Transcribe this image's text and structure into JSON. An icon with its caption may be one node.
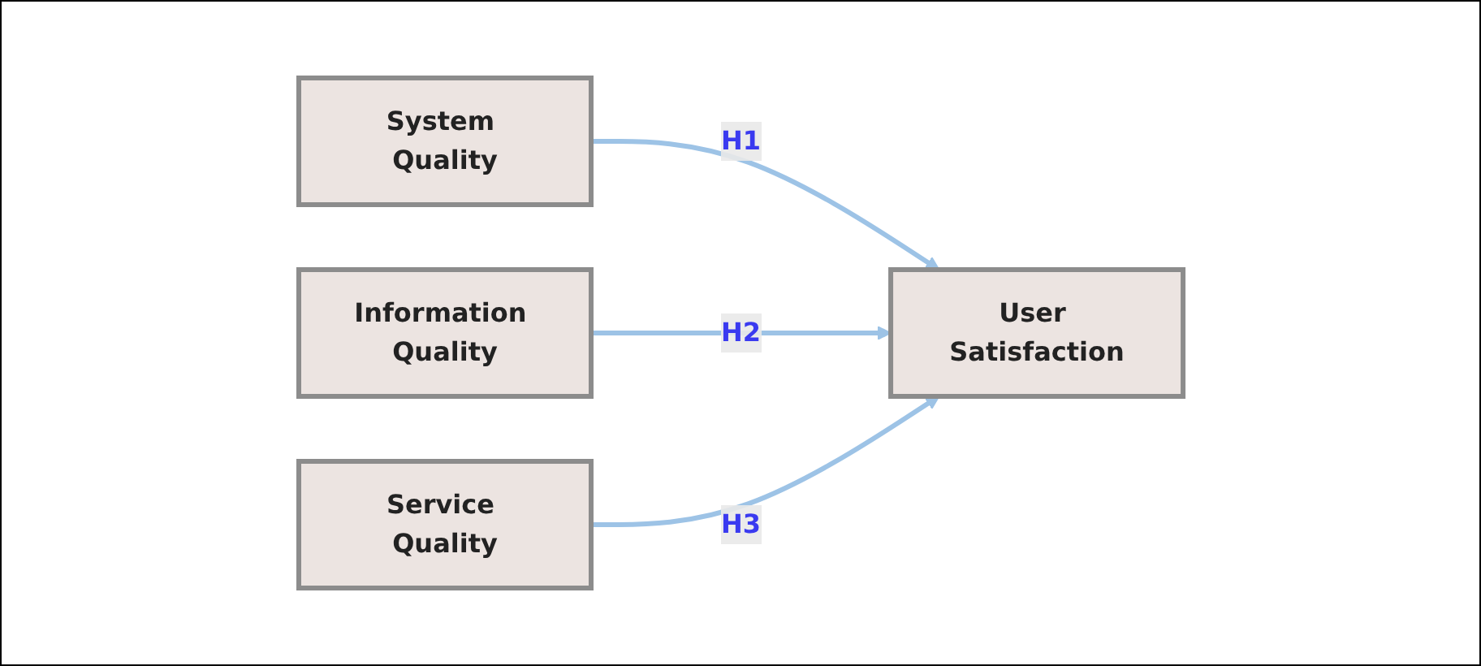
{
  "diagram": {
    "nodes": [
      {
        "text": [
          "System Quality"
        ]
      },
      {
        "text": [
          "Information Quality"
        ]
      },
      {
        "text": [
          "Service Quality"
        ]
      },
      {
        "text": [
          "User Satisfaction"
        ]
      }
    ],
    "edges": [
      {
        "from": 0,
        "to": 3,
        "arrow": "to",
        "label": "H1"
      },
      {
        "from": 1,
        "to": 3,
        "arrow": "to",
        "label": "H2"
      },
      {
        "from": 2,
        "to": 3,
        "arrow": "to",
        "label": "H3"
      }
    ]
  }
}
